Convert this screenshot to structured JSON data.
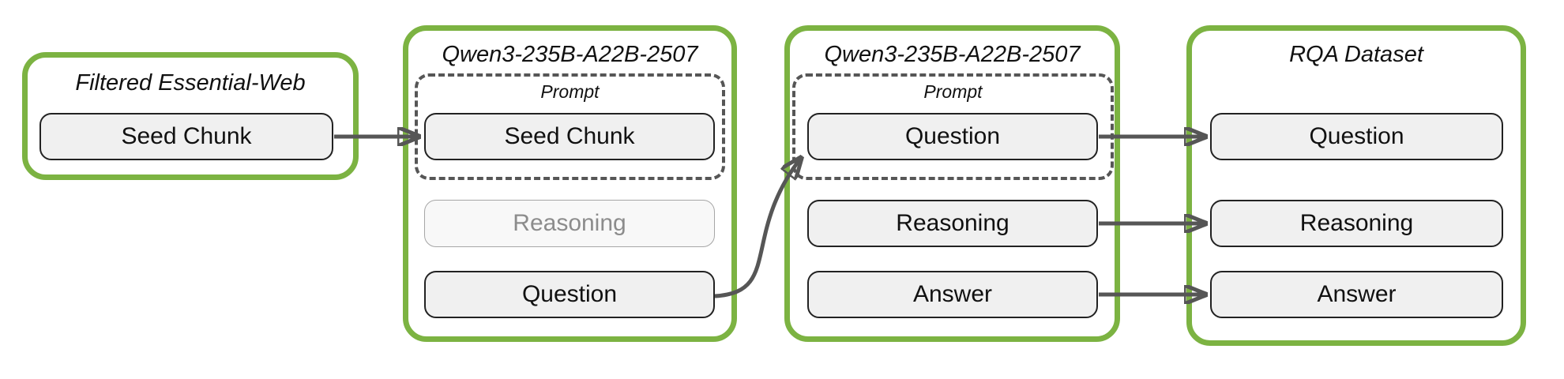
{
  "colors": {
    "box_border_green": "#7CB342",
    "arrow_gray": "#565656",
    "pill_fill": "#F0F0F0",
    "pill_border": "#222222",
    "faded_pill_border": "#A6A6A6",
    "faded_pill_text": "#8C8C8C",
    "dashed_border": "#565656",
    "text": "#111111"
  },
  "source_box": {
    "title": "Filtered Essential-Web",
    "seed_chunk_label": "Seed Chunk"
  },
  "question_gen_box": {
    "title": "Qwen3-235B-A22B-2507",
    "prompt_label": "Prompt",
    "seed_chunk_label": "Seed Chunk",
    "reasoning_label": "Reasoning",
    "question_label": "Question"
  },
  "answer_gen_box": {
    "title": "Qwen3-235B-A22B-2507",
    "prompt_label": "Prompt",
    "question_label": "Question",
    "reasoning_label": "Reasoning",
    "answer_label": "Answer"
  },
  "dataset_box": {
    "title": "RQA Dataset",
    "question_label": "Question",
    "reasoning_label": "Reasoning",
    "answer_label": "Answer"
  }
}
